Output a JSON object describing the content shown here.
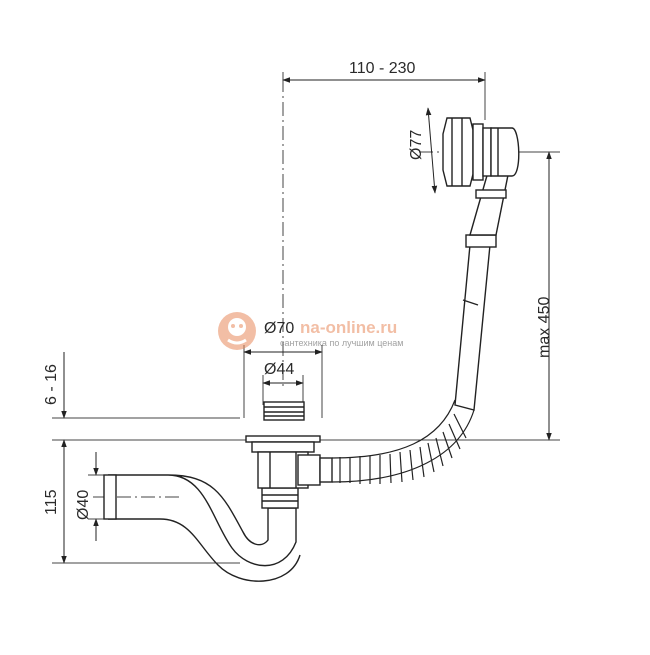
{
  "drawing": {
    "subject": "bathtub drain-overflow siphon assembly",
    "dimensions": {
      "overflow_offset": "110 - 230",
      "overflow_diameter": "Ø77",
      "overflow_height": "max 450",
      "drain_flange_diameter": "Ø70",
      "drain_body_diameter": "Ø44",
      "flange_thickness": "6 - 16",
      "trap_height": "115",
      "outlet_diameter": "Ø40"
    }
  },
  "watermark": {
    "text": "na-online.ru",
    "tagline": "сантехника по лучшим ценам",
    "accent_color": "#e98a5c"
  }
}
